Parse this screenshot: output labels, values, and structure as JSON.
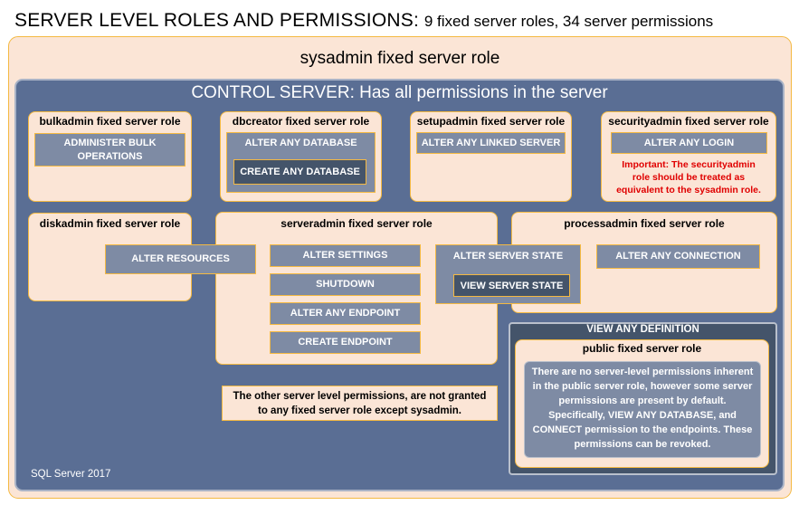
{
  "title": {
    "main": "SERVER LEVEL ROLES AND PERMISSIONS:",
    "sub": "9 fixed server roles, 34 server permissions"
  },
  "sysadmin": {
    "label": "sysadmin fixed server role"
  },
  "control_server": {
    "label": "CONTROL SERVER: Has all permissions in the server"
  },
  "roles": {
    "bulkadmin": {
      "title": "bulkadmin fixed server role",
      "perm": "ADMINISTER BULK OPERATIONS"
    },
    "dbcreator": {
      "title": "dbcreator fixed server role",
      "perm1": "ALTER ANY DATABASE",
      "perm2": "CREATE ANY DATABASE"
    },
    "setupadmin": {
      "title": "setupadmin fixed server role",
      "perm": "ALTER ANY LINKED SERVER"
    },
    "securityadmin": {
      "title": "securityadmin fixed server role",
      "perm": "ALTER ANY LOGIN",
      "note": "Important: The securityadmin role should be treated as equivalent to the sysadmin role."
    },
    "diskadmin": {
      "title": "diskadmin fixed server role",
      "perm": "ALTER RESOURCES"
    },
    "serveradmin": {
      "title": "serveradmin fixed server role",
      "perms": [
        "ALTER SETTINGS",
        "SHUTDOWN",
        "ALTER ANY ENDPOINT",
        "CREATE ENDPOINT"
      ],
      "alter_state": "ALTER SERVER STATE",
      "view_state": "VIEW SERVER STATE"
    },
    "processadmin": {
      "title": "processadmin fixed server role",
      "perm": "ALTER ANY CONNECTION"
    }
  },
  "grant_note": "The other server level permissions, are not granted to any fixed server role except sysadmin.",
  "view_any_definition": {
    "label": "VIEW ANY DEFINITION",
    "public_title": "public fixed server role",
    "public_desc": "There are no server-level permissions inherent in the public server role, however some server permissions are present by default. Specifically,  VIEW ANY DATABASE, and CONNECT permission to the endpoints. These permissions can be revoked."
  },
  "footer": "SQL Server 2017",
  "colors": {
    "role_fill": "#fbe5d6",
    "role_border": "#f4b942",
    "control_fill": "#5a6e94",
    "perm_fill": "#7e8ba4",
    "perm_dark_fill": "#44546a",
    "important_text": "#e00000"
  }
}
